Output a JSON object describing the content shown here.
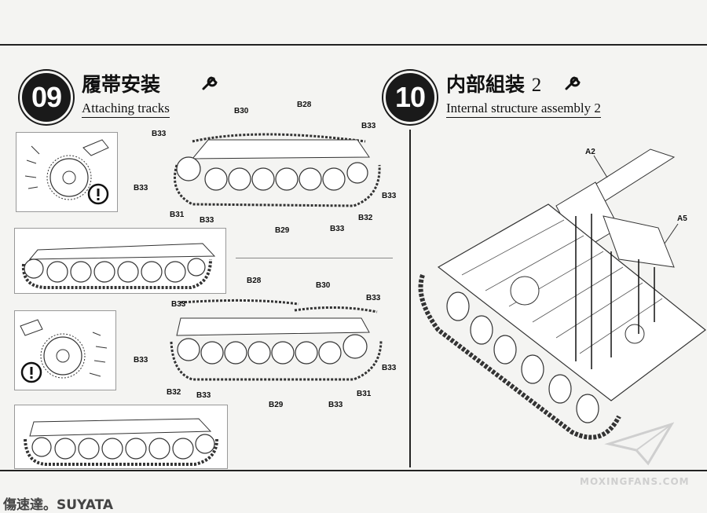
{
  "step9": {
    "number": "09",
    "title_cn": "履帯安装",
    "title_en": "Attaching tracks",
    "labels_top": [
      "B30",
      "B28",
      "B33",
      "B33",
      "B33",
      "B33",
      "B31",
      "B33",
      "B29",
      "B33",
      "B32"
    ],
    "labels_bottom": [
      "B28",
      "B30",
      "B33",
      "B33",
      "B33",
      "B33",
      "B32",
      "B33",
      "B29",
      "B33",
      "B31"
    ]
  },
  "step10": {
    "number": "10",
    "title_cn": "内部組装",
    "title_num": "2",
    "title_en": "Internal structure assembly 2",
    "labels": [
      "A2",
      "A5"
    ]
  },
  "footer": {
    "brand": "傷速達。SUYATA",
    "watermark": "MOXINGFANS.COM"
  },
  "colors": {
    "ink": "#111111",
    "paper": "#f4f4f2",
    "badge": "#1a1a1a"
  },
  "icons": [
    "wrench-icon",
    "warning-icon"
  ]
}
